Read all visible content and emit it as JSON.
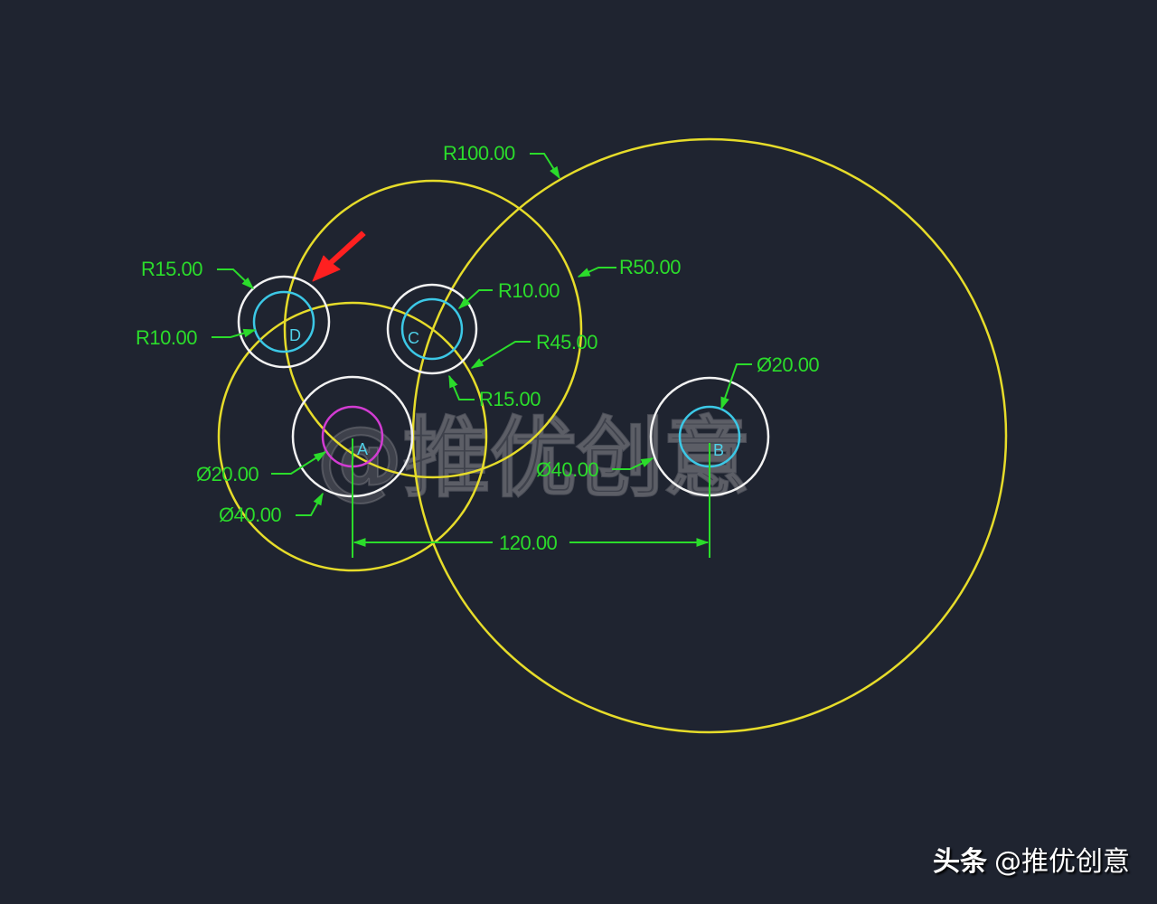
{
  "drawing": {
    "background_color": "#1f2430",
    "colors": {
      "construction_circle": "#e6dc2a",
      "outer_circle": "#f2f2f2",
      "inner_circle_cyan": "#3cc8e6",
      "inner_circle_magenta": "#d23cd2",
      "dimension": "#2bdc2b",
      "highlight_arrow": "#ff2020"
    },
    "points": {
      "A": {
        "label": "A"
      },
      "B": {
        "label": "B"
      },
      "C": {
        "label": "C"
      },
      "D": {
        "label": "D"
      }
    },
    "dimensions": {
      "r100": "R100.00",
      "r50": "R50.00",
      "r45": "R45.00",
      "r15_d": "R15.00",
      "r10_d": "R10.00",
      "r10_c": "R10.00",
      "r15_c": "R15.00",
      "dia20_a": "Ø20.00",
      "dia40_a": "Ø40.00",
      "dia20_b": "Ø20.00",
      "dia40_b": "Ø40.00",
      "distance_ab": "120.00"
    },
    "watermark": "@推优创意"
  },
  "credit": {
    "brand": "头条",
    "handle": "@推优创意"
  }
}
